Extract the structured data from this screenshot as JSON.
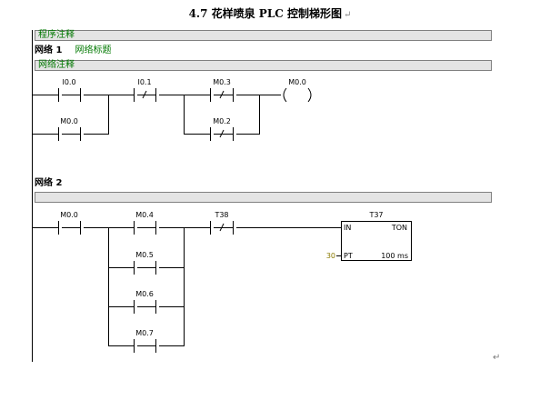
{
  "title": "4.7 花样喷泉 PLC 控制梯形图",
  "title_mark": "↵",
  "end_mark": "↵",
  "program_comment": "程序注释",
  "network1": {
    "label": "网络 1",
    "title": "网络标题",
    "comment": "网络注释",
    "contacts": {
      "i00": "I0.0",
      "m00_parallel": "M0.0",
      "i01": "I0.1",
      "m03": "M0.3",
      "m02": "M0.2"
    },
    "coil": "M0.0"
  },
  "network2": {
    "label": "网络 2",
    "comment": "",
    "contacts": {
      "m00": "M0.0",
      "m04": "M0.4",
      "m05": "M0.5",
      "m06": "M0.6",
      "m07": "M0.7",
      "t38": "T38"
    },
    "timer": {
      "name": "T37",
      "type": "TON",
      "in_label": "IN",
      "pt_label": "PT",
      "pt_value": "30",
      "base": "100 ms"
    }
  },
  "colors": {
    "comment_text": "#007800",
    "bar_fill": "#e4e4e4",
    "preset_value": "#8a7a00"
  }
}
